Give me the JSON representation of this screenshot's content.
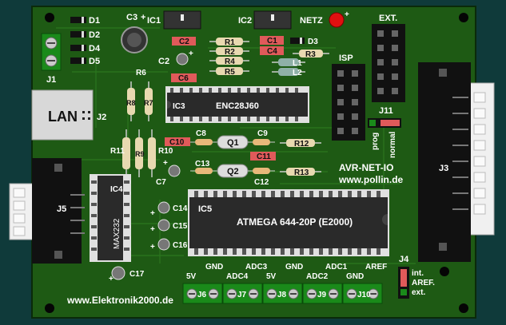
{
  "board": {
    "title": "AVR-NET-IO",
    "website": "www.pollin.de",
    "footer_url": "www.Elektronik2000.de",
    "colors": {
      "pcb": "#1e5a14",
      "pcb_edge": "#0f3a3a",
      "trace": "#2d7a20",
      "chip": "#2a2a2a",
      "resistor": "#e8d9b0",
      "cap_red": "#e05a5a",
      "connector_white": "#f0f0f0",
      "terminal_green": "#1a8a1a",
      "led_red": "#e01010"
    }
  },
  "diodes": [
    "D1",
    "D2",
    "D4",
    "D5"
  ],
  "labels": {
    "j1": "J1",
    "lan": "LAN",
    "j2": "J2",
    "j3": "J3",
    "j5": "J5",
    "j11": "J11",
    "prog": "prog",
    "normal": "normal",
    "j4": "J4",
    "int_aref": "int.",
    "aref": "AREF.",
    "ext": "ext.",
    "isp": "ISP",
    "ext_header": "EXT.",
    "netz": "NETZ",
    "plus": "+"
  },
  "ics": {
    "ic1": "IC1",
    "ic2": "IC2",
    "ic3": "IC3",
    "ic3_part": "ENC28J60",
    "ic4": "IC4",
    "ic4_part": "MAX232",
    "ic5": "IC5",
    "ic5_part": "ATMEGA 644-20P (E2000)"
  },
  "resistors": {
    "r1": "R1",
    "r2": "R2",
    "r3": "R3",
    "r4": "R4",
    "r5": "R5",
    "r6": "R6",
    "r7": "R7",
    "r8": "R8",
    "r9": "R9",
    "r10": "R10",
    "r11": "R11",
    "r12": "R12",
    "r13": "R13"
  },
  "capacitors": {
    "c1": "C1",
    "c2a": "C2",
    "c2b": "C2",
    "c3": "C3",
    "c4": "C4",
    "c6": "C6",
    "c7": "C7",
    "c8": "C8",
    "c9": "C9",
    "c10": "C10",
    "c11": "C11",
    "c12": "C12",
    "c13": "C13",
    "c14": "C14",
    "c15": "C15",
    "c16": "C16",
    "c17": "C17"
  },
  "others": {
    "d3": "D3",
    "l1": "L1",
    "l2": "L2",
    "q1": "Q1",
    "q2": "Q2"
  },
  "terminals": [
    {
      "id": "J6",
      "top_left": "5V",
      "top_right": "GND"
    },
    {
      "id": "J7",
      "top_left": "ADC4",
      "top_right": "ADC3"
    },
    {
      "id": "J8",
      "top_left": "5V",
      "top_right": "GND"
    },
    {
      "id": "J9",
      "top_left": "ADC2",
      "top_right": "ADC1"
    },
    {
      "id": "J10",
      "top_left": "GND",
      "top_right": "AREF"
    }
  ]
}
